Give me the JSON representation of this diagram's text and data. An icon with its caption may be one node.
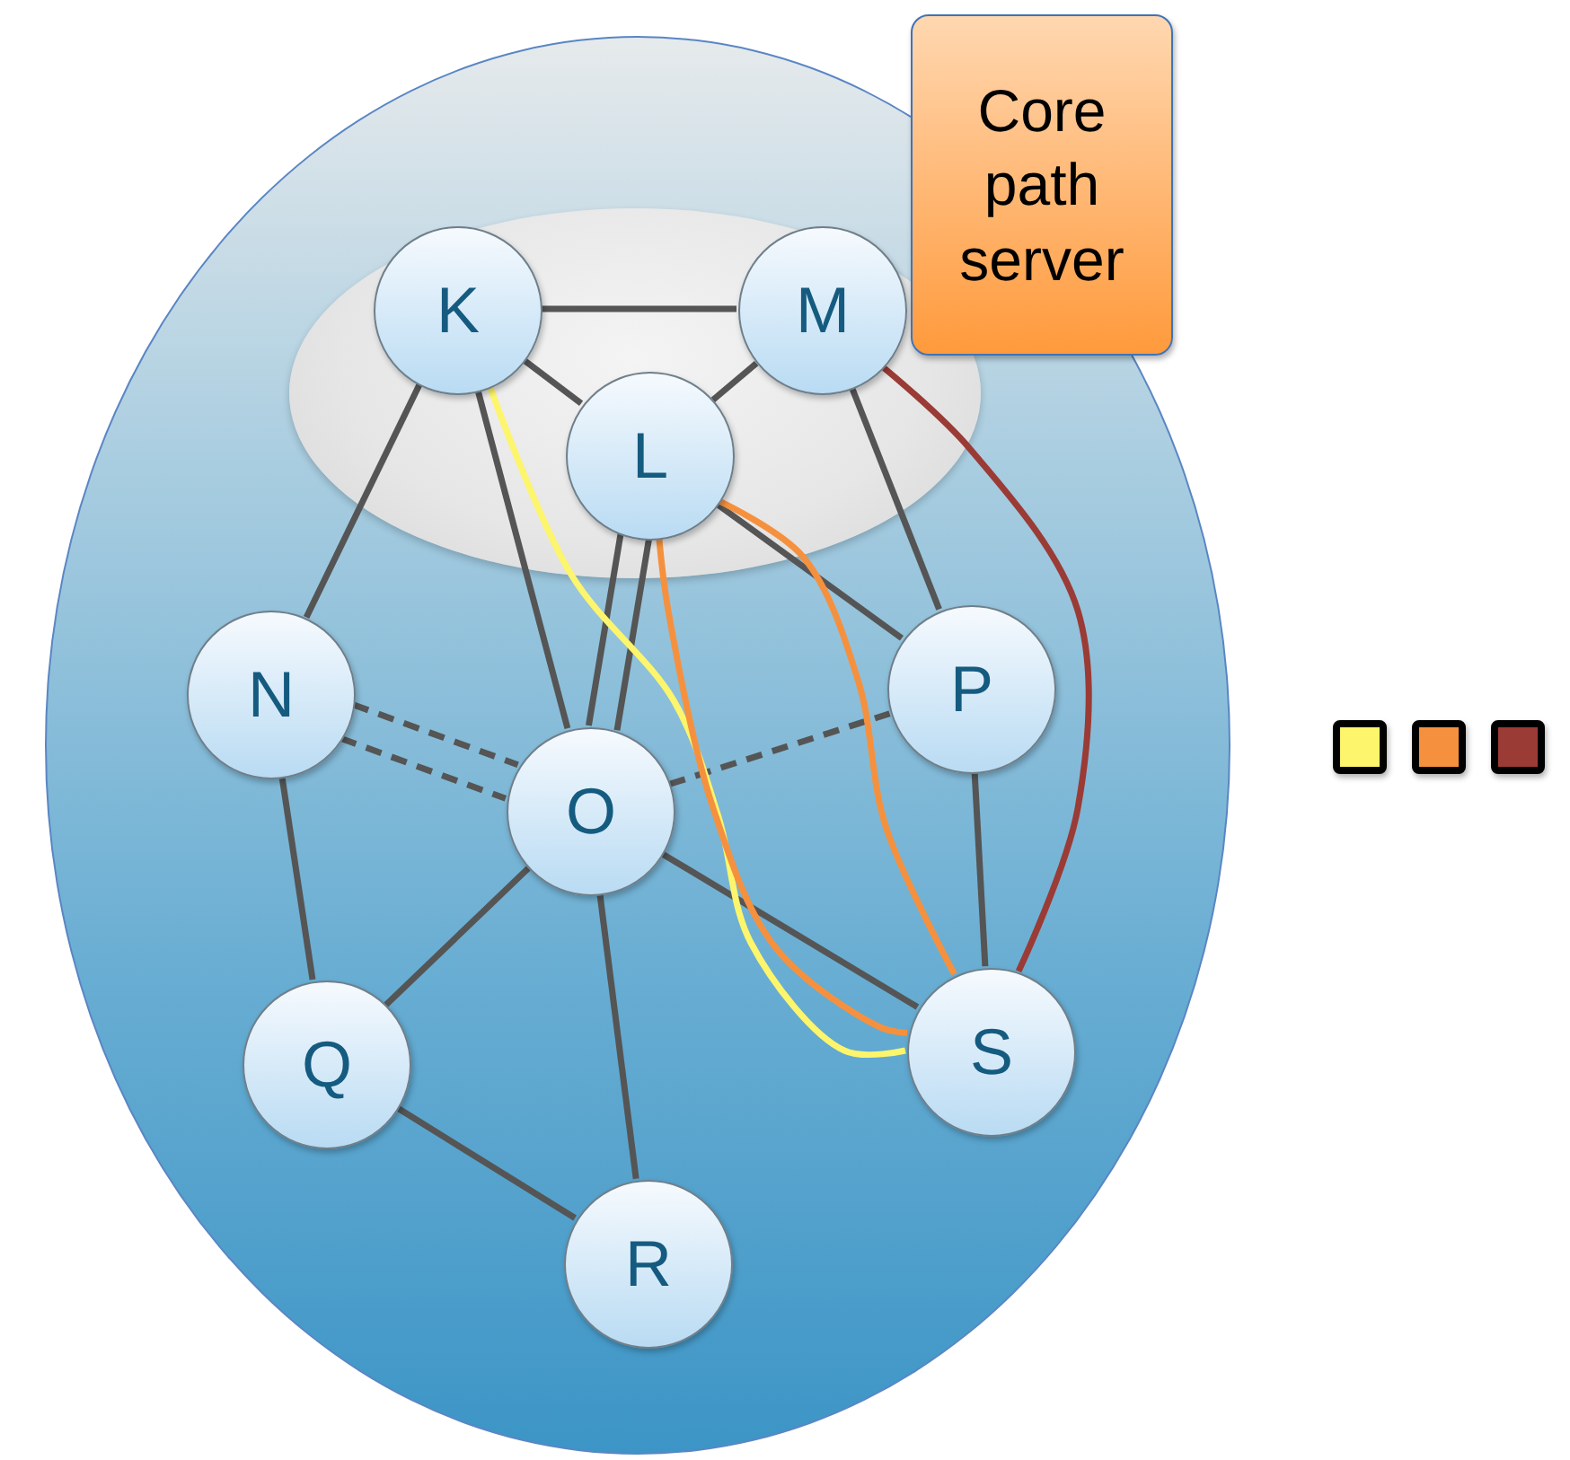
{
  "diagram": {
    "nodes": [
      {
        "text": [],
        "shape": "ellipse"
      },
      {
        "text": [],
        "shape": "ellipse",
        "in": 0
      },
      {
        "text": [
          "Core path server"
        ]
      },
      {
        "text": [
          "K"
        ],
        "in": 1
      },
      {
        "text": [
          "M"
        ],
        "in": 1
      },
      {
        "text": [
          "L"
        ],
        "in": 1
      },
      {
        "text": [
          "N"
        ],
        "in": 0
      },
      {
        "text": [
          "P"
        ],
        "in": 0
      },
      {
        "text": [
          "O"
        ],
        "in": 0
      },
      {
        "text": [
          "Q"
        ],
        "in": 0
      },
      {
        "text": [
          "S"
        ],
        "in": 0
      },
      {
        "text": [
          "R"
        ],
        "in": 0
      }
    ],
    "edges": [
      {
        "from": 3,
        "to": 4,
        "arrow": "none"
      },
      {
        "from": 3,
        "to": 5,
        "arrow": "none"
      },
      {
        "from": 4,
        "to": 5,
        "arrow": "none"
      },
      {
        "from": 3,
        "to": 6,
        "arrow": "none"
      },
      {
        "from": 3,
        "to": 8,
        "arrow": "none"
      },
      {
        "from": 5,
        "to": 8,
        "arrow": "none"
      },
      {
        "from": 5,
        "to": 8,
        "arrow": "none"
      },
      {
        "from": 5,
        "to": 7,
        "arrow": "none"
      },
      {
        "from": 4,
        "to": 7,
        "arrow": "none"
      },
      {
        "from": 6,
        "to": 8,
        "arrow": "none",
        "style": "dashed"
      },
      {
        "from": 6,
        "to": 8,
        "arrow": "none",
        "style": "dashed"
      },
      {
        "from": 8,
        "to": 7,
        "arrow": "none",
        "style": "dashed"
      },
      {
        "from": 8,
        "to": 9,
        "arrow": "none"
      },
      {
        "from": 8,
        "to": 11,
        "arrow": "none"
      },
      {
        "from": 8,
        "to": 10,
        "arrow": "none"
      },
      {
        "from": 6,
        "to": 9,
        "arrow": "none"
      },
      {
        "from": 9,
        "to": 11,
        "arrow": "none"
      },
      {
        "from": 7,
        "to": 10,
        "arrow": "none"
      },
      {
        "from": 3,
        "to": 10,
        "arrow": "none",
        "color": "#fdf56b"
      },
      {
        "from": 5,
        "to": 10,
        "arrow": "none",
        "color": "#f5913e"
      },
      {
        "from": 5,
        "to": 10,
        "arrow": "none",
        "color": "#f5913e"
      },
      {
        "from": 4,
        "to": 10,
        "arrow": "none",
        "color": "#9b3b36"
      }
    ]
  }
}
